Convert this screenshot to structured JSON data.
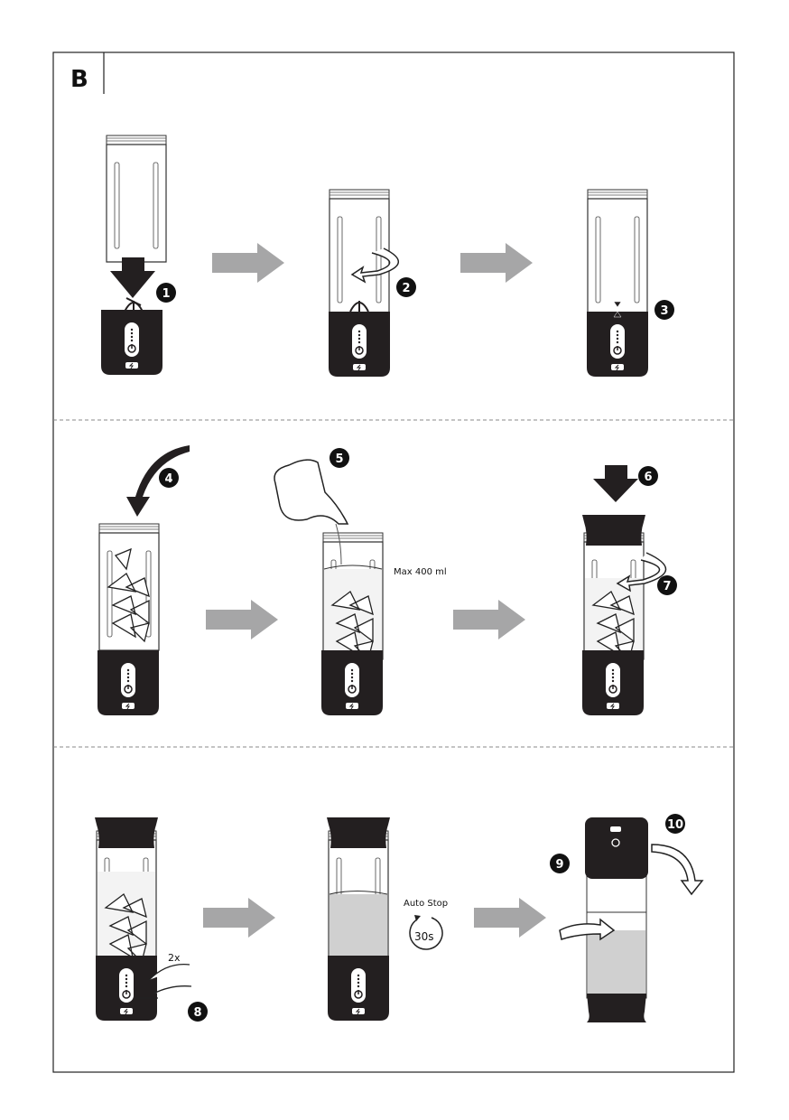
{
  "section_letter": "B",
  "steps": [
    "1",
    "2",
    "3",
    "4",
    "5",
    "6",
    "7",
    "8",
    "9",
    "10"
  ],
  "annotations": {
    "max_fill": "Max 400 ml",
    "auto_stop": "Auto Stop",
    "auto_stop_time": "30s",
    "press_count": "2x"
  },
  "colors": {
    "frame": "#222222",
    "arrow": "#a6a6a7",
    "base": "#231f20",
    "liquid": "#d0d0d0"
  }
}
